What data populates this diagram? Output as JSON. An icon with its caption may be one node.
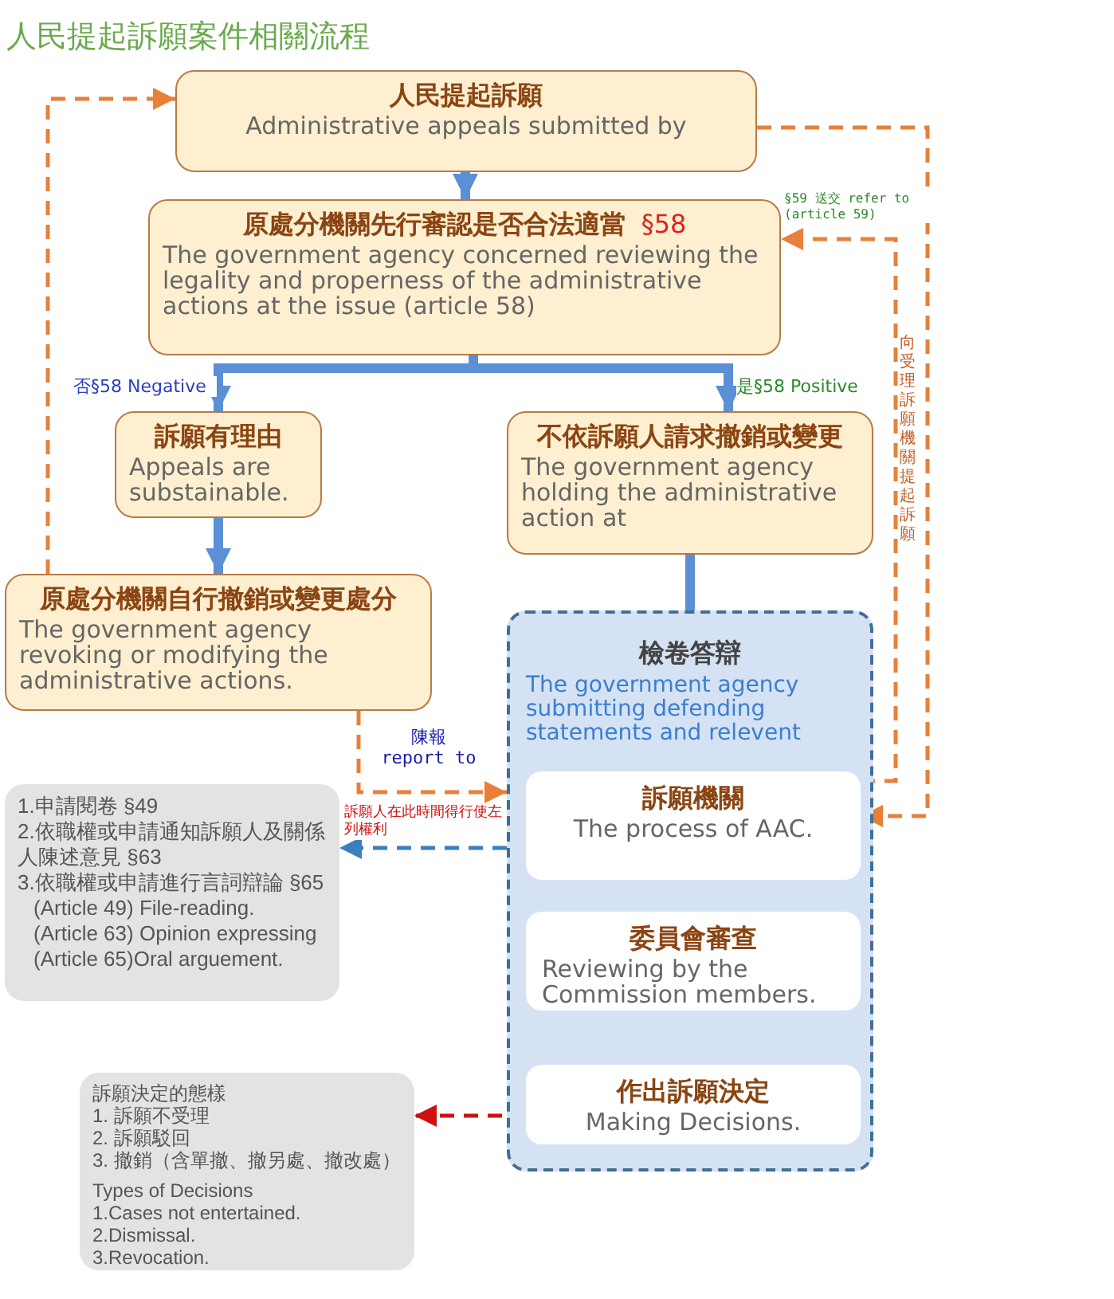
{
  "diagram": {
    "title": "人民提起訴願案件相關流程",
    "nodes": [
      {
        "text": [
          "人民提起訴願",
          "Administrative appeals submitted by"
        ]
      },
      {
        "text": [
          "原處分機關先行審認是否合法適當",
          "§58",
          "The government agency concerned reviewing the legality and properness of the administrative actions at the issue (article 58)"
        ]
      },
      {
        "text": [
          "訴願有理由",
          "Appeals are substainable."
        ]
      },
      {
        "text": [
          "不依訴願人請求撤銷或變更",
          "The government agency holding the administrative action at"
        ]
      },
      {
        "text": [
          "原處分機關自行撤銷或變更處分",
          "The government agency revoking or modifying the administrative actions."
        ]
      },
      {
        "text": [
          "檢卷答辯",
          "The government agency submitting defending statements and relevent"
        ]
      },
      {
        "text": [
          "訴願機關",
          "The process of AAC."
        ],
        "in": 5
      },
      {
        "text": [
          "委員會審查",
          "Reviewing by the Commission members."
        ],
        "in": 5
      },
      {
        "text": [
          "作出訴願決定",
          "Making Decisions."
        ],
        "in": 5
      },
      {
        "text": [
          "1.申請閱卷 §49",
          "2.依職權或申請通知訴願人及關係人陳述意見 §63",
          "3.依職權或申請進行言詞辯論 §65",
          "(Article 49) File-reading.",
          "(Article 63) Opinion expressing",
          "(Article 65)Oral arguement."
        ]
      },
      {
        "text": [
          "訴願決定的態樣",
          "1. 訴願不受理",
          "2. 訴願駁回",
          "3. 撤銷（含單撤、撤另處、撤改處）",
          "Types of Decisions",
          "1.Cases not entertained.",
          "2.Dismissal.",
          "3.Revocation."
        ]
      }
    ],
    "edges": [
      {
        "from": 0,
        "to": 1,
        "arrow": "to",
        "style": "thick"
      },
      {
        "from": 1,
        "to": 2,
        "arrow": "to",
        "style": "thick",
        "label": "否§58 Negative"
      },
      {
        "from": 1,
        "to": 3,
        "arrow": "to",
        "style": "thick",
        "label": "是§58 Positive"
      },
      {
        "from": 2,
        "to": 4,
        "arrow": "to",
        "style": "thick"
      },
      {
        "from": 3,
        "to": 5,
        "arrow": "none",
        "style": "thick"
      },
      {
        "from": 4,
        "to": 0,
        "arrow": "to",
        "style": "dashed",
        "color": "#e8803a"
      },
      {
        "from": 4,
        "to": 5,
        "arrow": "to",
        "style": "dashed",
        "color": "#e8803a",
        "label": "陳報 report to"
      },
      {
        "from": 5,
        "to": 9,
        "arrow": "to",
        "style": "dashed",
        "color": "#3a7fbf",
        "label": "訴願人在此時間得行使左列權利"
      },
      {
        "from": 0,
        "to": 6,
        "arrow": "to",
        "style": "dashed",
        "color": "#e8803a",
        "label": "向受理訴願機關提起訴願"
      },
      {
        "from": 6,
        "to": 1,
        "arrow": "to",
        "style": "dashed",
        "color": "#e8803a",
        "label": "§59 送交 refer to (article 59)"
      },
      {
        "from": 8,
        "to": 10,
        "arrow": "to",
        "style": "dashed",
        "color": "#d01010"
      }
    ]
  }
}
